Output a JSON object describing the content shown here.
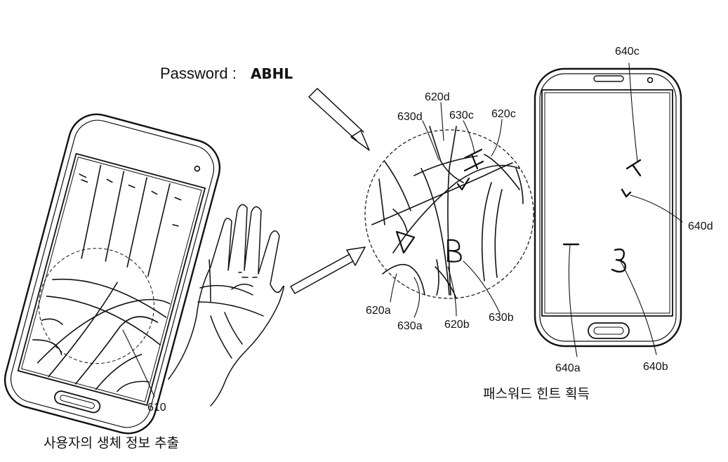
{
  "password": {
    "label": "Password :",
    "value": "ABHL"
  },
  "captions": {
    "left": "사용자의 생체 정보 추출",
    "right": "패스워드 힌트 획득"
  },
  "refs": {
    "r610": "610",
    "r620a": "620a",
    "r620b": "620b",
    "r620c": "620c",
    "r620d": "620d",
    "r630a": "630a",
    "r630b": "630b",
    "r630c": "630c",
    "r630d": "630d",
    "r640a": "640a",
    "r640b": "640b",
    "r640c": "640c",
    "r640d": "640d"
  }
}
